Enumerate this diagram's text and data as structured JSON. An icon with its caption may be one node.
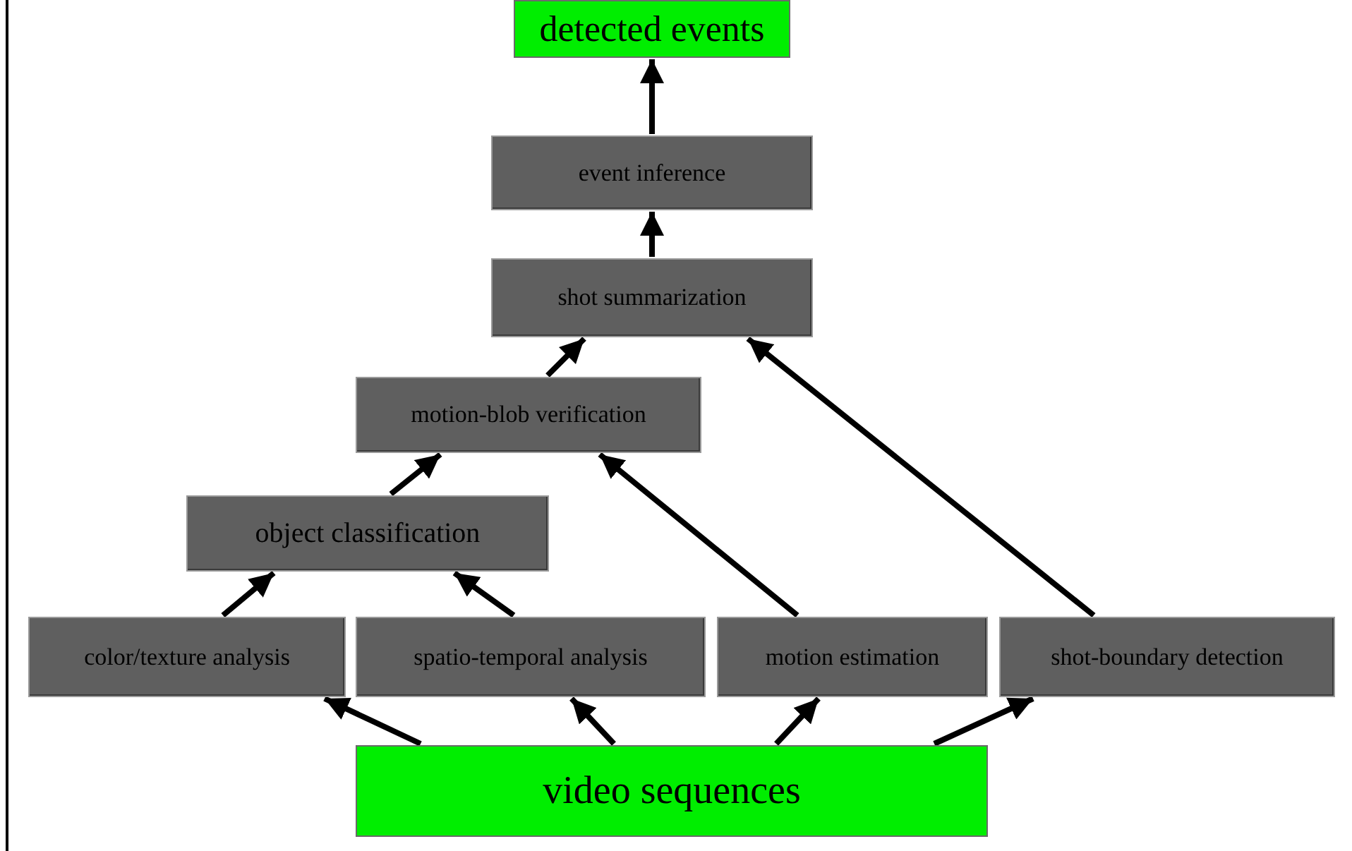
{
  "diagram": {
    "nodes": [
      {
        "text": [
          "detected events"
        ]
      },
      {
        "text": [
          "event inference"
        ]
      },
      {
        "text": [
          "shot summarization"
        ]
      },
      {
        "text": [
          "motion-blob verification"
        ]
      },
      {
        "text": [
          "object classification"
        ]
      },
      {
        "text": [
          "color/texture analysis"
        ]
      },
      {
        "text": [
          "spatio-temporal analysis"
        ]
      },
      {
        "text": [
          "motion estimation"
        ]
      },
      {
        "text": [
          "shot-boundary detection"
        ]
      },
      {
        "text": [
          "video sequences"
        ]
      }
    ],
    "edges": [
      {
        "from": 9,
        "to": 5,
        "arrow": "to"
      },
      {
        "from": 9,
        "to": 6,
        "arrow": "to"
      },
      {
        "from": 9,
        "to": 7,
        "arrow": "to"
      },
      {
        "from": 9,
        "to": 8,
        "arrow": "to"
      },
      {
        "from": 5,
        "to": 4,
        "arrow": "to"
      },
      {
        "from": 6,
        "to": 4,
        "arrow": "to"
      },
      {
        "from": 4,
        "to": 3,
        "arrow": "to"
      },
      {
        "from": 7,
        "to": 3,
        "arrow": "to"
      },
      {
        "from": 3,
        "to": 2,
        "arrow": "to"
      },
      {
        "from": 8,
        "to": 2,
        "arrow": "to"
      },
      {
        "from": 2,
        "to": 1,
        "arrow": "to"
      },
      {
        "from": 1,
        "to": 0,
        "arrow": "to"
      }
    ]
  }
}
